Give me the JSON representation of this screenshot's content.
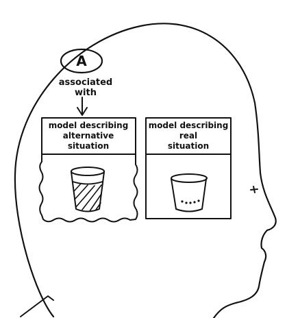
{
  "node_a": {
    "label": "A"
  },
  "relation": {
    "line1": "associated",
    "line2": "with"
  },
  "left_model": {
    "title_line1": "model describing",
    "title_line2": "alternative",
    "title_line3": "situation",
    "glass_state": "full"
  },
  "right_model": {
    "title_line1": "model describing",
    "title_line2": "real",
    "title_line3": "situation",
    "glass_state": "empty"
  }
}
